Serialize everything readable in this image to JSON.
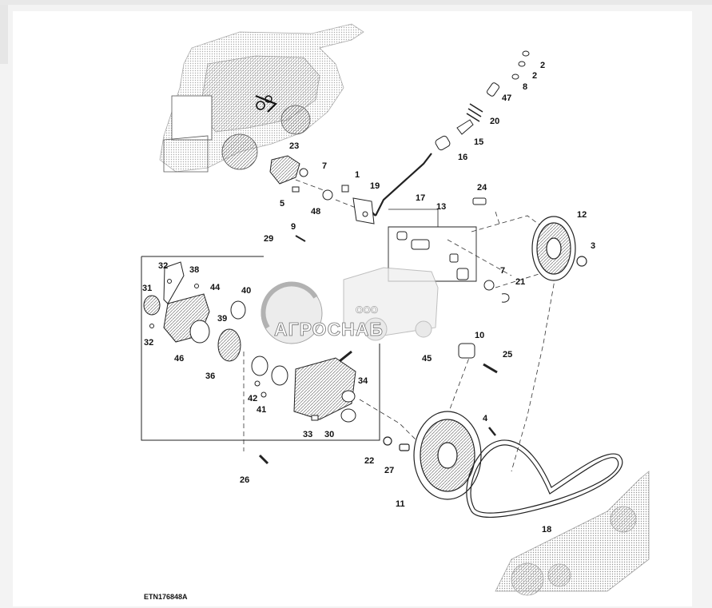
{
  "figure_code": "ETN176848A",
  "watermark": {
    "brand": "АГРОСНАБ",
    "prefix": "ООО"
  },
  "callouts": [
    {
      "id": "c2a",
      "text": "2"
    },
    {
      "id": "c2b",
      "text": "2"
    },
    {
      "id": "c8",
      "text": "8"
    },
    {
      "id": "c47",
      "text": "47"
    },
    {
      "id": "c20",
      "text": "20"
    },
    {
      "id": "c15",
      "text": "15"
    },
    {
      "id": "c16",
      "text": "16"
    },
    {
      "id": "c23",
      "text": "23"
    },
    {
      "id": "c7a",
      "text": "7"
    },
    {
      "id": "c1",
      "text": "1"
    },
    {
      "id": "c19",
      "text": "19"
    },
    {
      "id": "c17",
      "text": "17"
    },
    {
      "id": "c5",
      "text": "5"
    },
    {
      "id": "c48",
      "text": "48"
    },
    {
      "id": "c24",
      "text": "24"
    },
    {
      "id": "c13",
      "text": "13"
    },
    {
      "id": "c12",
      "text": "12"
    },
    {
      "id": "c3",
      "text": "3"
    },
    {
      "id": "c9",
      "text": "9"
    },
    {
      "id": "c29",
      "text": "29"
    },
    {
      "id": "c32a",
      "text": "32"
    },
    {
      "id": "c38",
      "text": "38"
    },
    {
      "id": "c31",
      "text": "31"
    },
    {
      "id": "c44",
      "text": "44"
    },
    {
      "id": "c40",
      "text": "40"
    },
    {
      "id": "c39",
      "text": "39"
    },
    {
      "id": "c32b",
      "text": "32"
    },
    {
      "id": "c46",
      "text": "46"
    },
    {
      "id": "c36",
      "text": "36"
    },
    {
      "id": "c7b",
      "text": "7"
    },
    {
      "id": "c21",
      "text": "21"
    },
    {
      "id": "c10",
      "text": "10"
    },
    {
      "id": "c25",
      "text": "25"
    },
    {
      "id": "c45",
      "text": "45"
    },
    {
      "id": "c34",
      "text": "34"
    },
    {
      "id": "c42",
      "text": "42"
    },
    {
      "id": "c41",
      "text": "41"
    },
    {
      "id": "c33",
      "text": "33"
    },
    {
      "id": "c30",
      "text": "30"
    },
    {
      "id": "c4",
      "text": "4"
    },
    {
      "id": "c22",
      "text": "22"
    },
    {
      "id": "c27",
      "text": "27"
    },
    {
      "id": "c26",
      "text": "26"
    },
    {
      "id": "c11",
      "text": "11"
    },
    {
      "id": "c18",
      "text": "18"
    }
  ]
}
